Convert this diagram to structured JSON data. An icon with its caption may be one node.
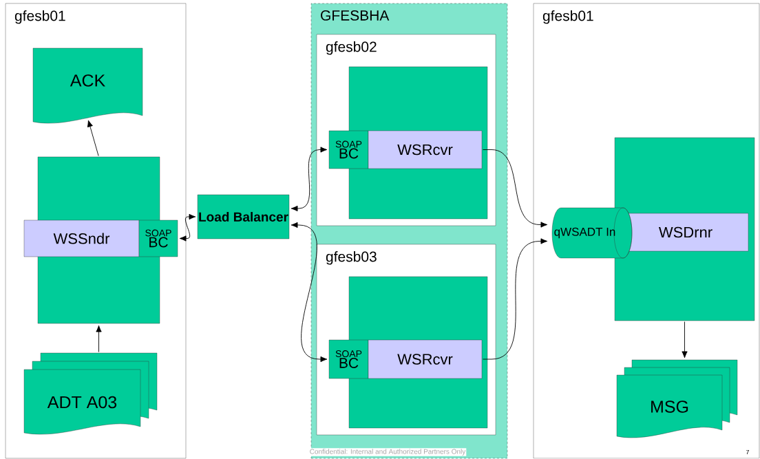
{
  "diagram": {
    "nodes": [
      {
        "text": [
          "gfesb01"
        ]
      },
      {
        "text": [
          "ACK"
        ],
        "in": 0
      },
      {
        "text": [],
        "shape": "box",
        "in": 0
      },
      {
        "text": [
          "WSSndr"
        ],
        "in": 0
      },
      {
        "text": [
          "SOAP",
          "BC"
        ],
        "in": 0
      },
      {
        "text": [
          "ADT A03"
        ],
        "in": 0
      },
      {
        "text": [
          "Load Balancer"
        ]
      },
      {
        "text": [
          "GFESBHA"
        ]
      },
      {
        "text": [
          "gfesb02"
        ],
        "in": 7
      },
      {
        "text": [],
        "shape": "box",
        "in": 8
      },
      {
        "text": [
          "SOAP",
          "BC"
        ],
        "in": 8
      },
      {
        "text": [
          "WSRcvr"
        ],
        "in": 9
      },
      {
        "text": [
          "gfesb03"
        ],
        "in": 7
      },
      {
        "text": [],
        "shape": "box",
        "in": 12
      },
      {
        "text": [
          "SOAP",
          "BC"
        ],
        "in": 12
      },
      {
        "text": [
          "WSRcvr"
        ],
        "in": 13
      },
      {
        "text": [
          "gfesb01"
        ]
      },
      {
        "text": [],
        "shape": "box",
        "in": 16
      },
      {
        "text": [
          "WSDrnr"
        ],
        "in": 17
      },
      {
        "text": [
          "qWSADT In"
        ],
        "in": 16
      },
      {
        "text": [
          "MSG"
        ],
        "in": 16
      }
    ],
    "edges": [
      {
        "from": 2,
        "to": 1,
        "arrow": "to"
      },
      {
        "from": 5,
        "to": 2,
        "arrow": "to"
      },
      {
        "from": 4,
        "to": 6,
        "arrow": "both"
      },
      {
        "from": 6,
        "to": 10,
        "arrow": "both"
      },
      {
        "from": 6,
        "to": 14,
        "arrow": "both"
      },
      {
        "from": 11,
        "to": 19,
        "arrow": "to"
      },
      {
        "from": 15,
        "to": 19,
        "arrow": "to"
      },
      {
        "from": 17,
        "to": 20,
        "arrow": "to"
      }
    ],
    "labels": [
      "Confidential: Internal and Authorized Partners Only",
      "7"
    ]
  }
}
